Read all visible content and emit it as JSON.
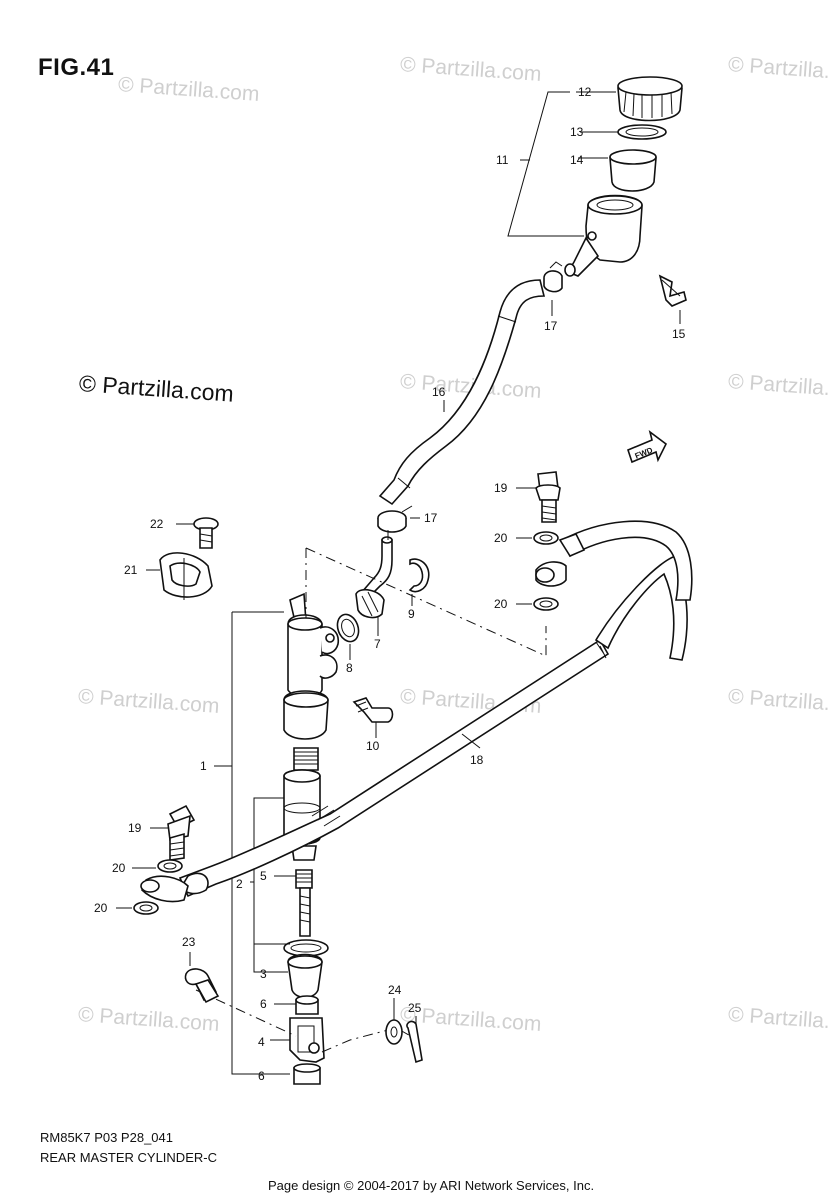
{
  "figure": {
    "title": "FIG.41",
    "code": "RM85K7 P03 P28_041",
    "caption": "REAR MASTER CYLINDER-C"
  },
  "watermark": {
    "text": "© Partzilla.com",
    "prominent_text": "© Partzilla.com"
  },
  "footer": "Page design © 2004-2017 by ARI Network Services, Inc.",
  "fwd_label": "FWD",
  "parts": [
    {
      "id": "p1",
      "label": "1"
    },
    {
      "id": "p2",
      "label": "2"
    },
    {
      "id": "p3",
      "label": "3"
    },
    {
      "id": "p4",
      "label": "4"
    },
    {
      "id": "p5",
      "label": "5"
    },
    {
      "id": "p6a",
      "label": "6"
    },
    {
      "id": "p6b",
      "label": "6"
    },
    {
      "id": "p7",
      "label": "7"
    },
    {
      "id": "p8",
      "label": "8"
    },
    {
      "id": "p9",
      "label": "9"
    },
    {
      "id": "p10",
      "label": "10"
    },
    {
      "id": "p11",
      "label": "11"
    },
    {
      "id": "p12",
      "label": "12"
    },
    {
      "id": "p13",
      "label": "13"
    },
    {
      "id": "p14",
      "label": "14"
    },
    {
      "id": "p15",
      "label": "15"
    },
    {
      "id": "p16",
      "label": "16"
    },
    {
      "id": "p17a",
      "label": "17"
    },
    {
      "id": "p17b",
      "label": "17"
    },
    {
      "id": "p18",
      "label": "18"
    },
    {
      "id": "p19a",
      "label": "19"
    },
    {
      "id": "p19b",
      "label": "19"
    },
    {
      "id": "p20a",
      "label": "20"
    },
    {
      "id": "p20b",
      "label": "20"
    },
    {
      "id": "p20c",
      "label": "20"
    },
    {
      "id": "p20d",
      "label": "20"
    },
    {
      "id": "p21",
      "label": "21"
    },
    {
      "id": "p22",
      "label": "22"
    },
    {
      "id": "p23",
      "label": "23"
    },
    {
      "id": "p24",
      "label": "24"
    },
    {
      "id": "p25",
      "label": "25"
    }
  ]
}
